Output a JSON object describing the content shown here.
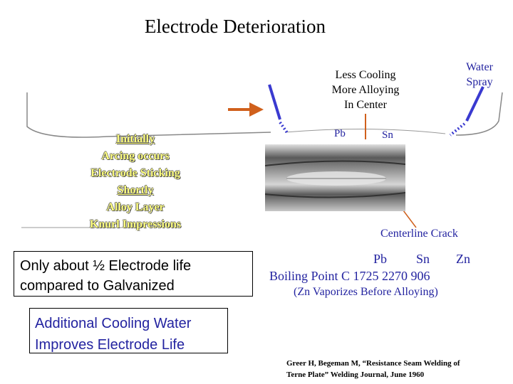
{
  "title": "Electrode Deterioration",
  "less_cooling": [
    "Less Cooling",
    "More Alloying",
    "In Center"
  ],
  "water_spray": [
    "Water",
    "Spray"
  ],
  "label_pb": "Pb",
  "label_sn": "Sn",
  "initially_lines": [
    "Initially",
    "Arcing occurs",
    "Electrode Sticking",
    "Shortly",
    "Alloy Layer",
    "Knurl Impressions"
  ],
  "centerline_crack": "Centerline Crack",
  "box_life": [
    "Only about ½ Electrode life",
    "compared to Galvanized"
  ],
  "box_cooling": [
    "Additional Cooling Water",
    "Improves Electrode Life"
  ],
  "elements": [
    "Pb",
    "Sn",
    "Zn"
  ],
  "boiling_point": "Boiling Point C  1725  2270   906",
  "zn_note": "(Zn Vaporizes Before Alloying)",
  "reference": [
    "Greer H, Begeman M, “Resistance Seam Welding of",
    "Terne Plate” Welding Journal, June 1960"
  ],
  "colors": {
    "blue_text": "#2323a0",
    "arrow_orange": "#d0601c",
    "electrode_blue": "#3a3ad0",
    "initially_yellow": "#ffff80"
  }
}
